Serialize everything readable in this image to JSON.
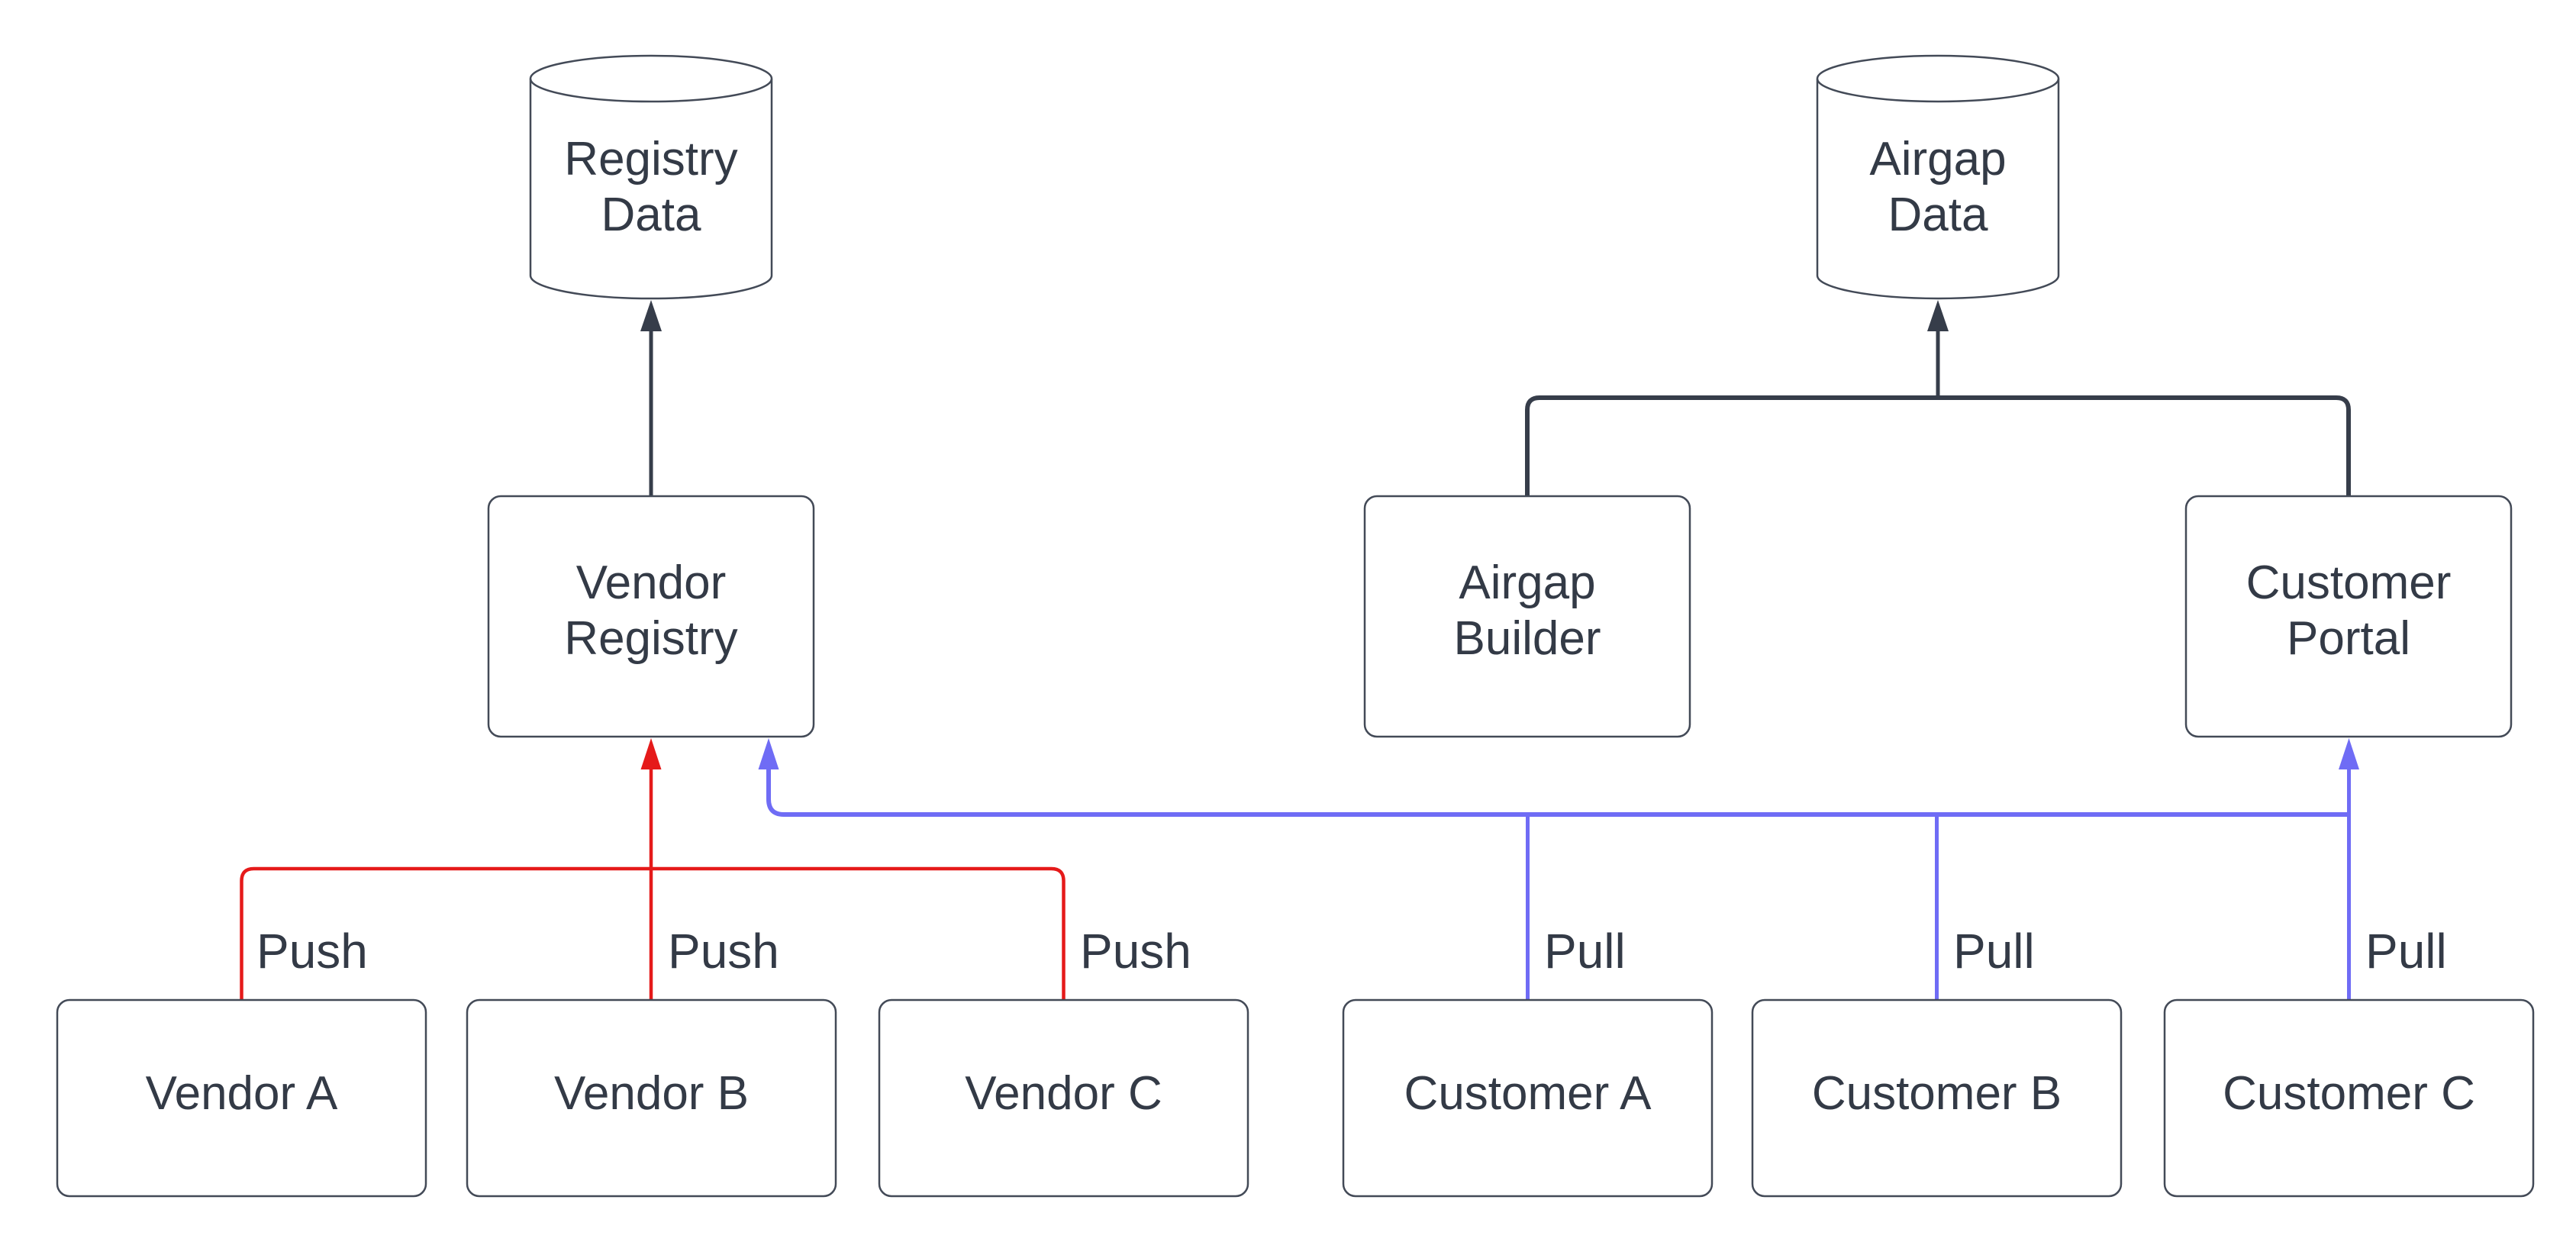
{
  "diagram": {
    "colors": {
      "background": "#ffffff",
      "node_stroke": "#434a57",
      "text": "#333a46",
      "connector_dark": "#363d4a",
      "push_red": "#e51a1a",
      "pull_blue": "#6f6cf5"
    },
    "nodes": {
      "registry_data": {
        "label": "Registry\nData",
        "type": "database"
      },
      "airgap_data": {
        "label": "Airgap\nData",
        "type": "database"
      },
      "vendor_registry": {
        "label": "Vendor\nRegistry",
        "type": "process"
      },
      "airgap_builder": {
        "label": "Airgap\nBuilder",
        "type": "process"
      },
      "customer_portal": {
        "label": "Customer\nPortal",
        "type": "process"
      },
      "vendor_a": {
        "label": "Vendor A",
        "type": "process"
      },
      "vendor_b": {
        "label": "Vendor B",
        "type": "process"
      },
      "vendor_c": {
        "label": "Vendor C",
        "type": "process"
      },
      "customer_a": {
        "label": "Customer A",
        "type": "process"
      },
      "customer_b": {
        "label": "Customer B",
        "type": "process"
      },
      "customer_c": {
        "label": "Customer C",
        "type": "process"
      }
    },
    "edge_labels": {
      "push_a": "Push",
      "push_b": "Push",
      "push_c": "Push",
      "pull_a": "Pull",
      "pull_b": "Pull",
      "pull_c": "Pull"
    },
    "edges_semantics": {
      "vendor_registry_to_registry_data": "Vendor Registry stores into Registry Data",
      "airgap_builder_and_customer_portal_to_airgap_data": "Airgap Builder and Customer Portal store into Airgap Data",
      "vendors_push_to_vendor_registry": "Vendor A, Vendor B, Vendor C push to Vendor Registry",
      "customers_pull_from_vendor_registry_and_portal": "Customer A, Customer B pull via Vendor Registry; Customer C pulls via Customer Portal"
    }
  }
}
